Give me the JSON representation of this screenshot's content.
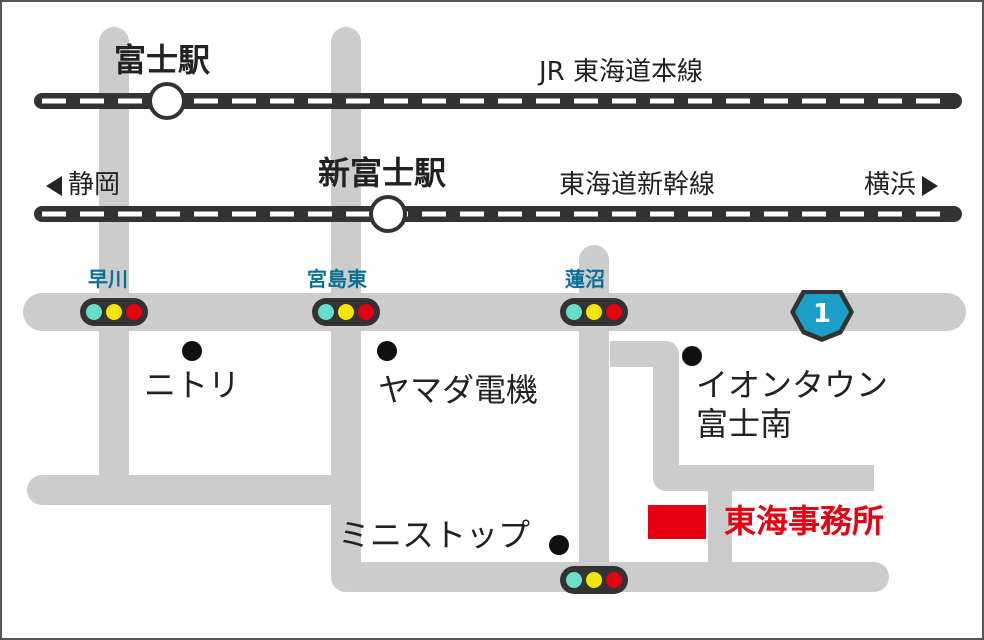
{
  "stations": {
    "fuji": "富士駅",
    "shin_fuji": "新富士駅"
  },
  "rail_lines": {
    "jr": "JR 東海道本線",
    "shinkansen": "東海道新幹線",
    "west_dir": "静岡",
    "east_dir": "横浜"
  },
  "signals": {
    "hayakawa": "早川",
    "miyajima_higashi": "宮島東",
    "hasunuma": "蓮沼"
  },
  "route_shield": "1",
  "places": {
    "nitori": "ニトリ",
    "yamada": "ヤマダ電機",
    "aeon_line1": "イオンタウン",
    "aeon_line2": "富士南",
    "ministop": "ミニストップ"
  },
  "office": {
    "name": "東海事務所",
    "color": "#e60012"
  },
  "colors": {
    "road": "#cccccc",
    "rail": "#333333",
    "signal_green": "#66e0c8",
    "signal_yellow": "#f2e600",
    "signal_red": "#e60012",
    "shield": "#1aa0c8"
  }
}
